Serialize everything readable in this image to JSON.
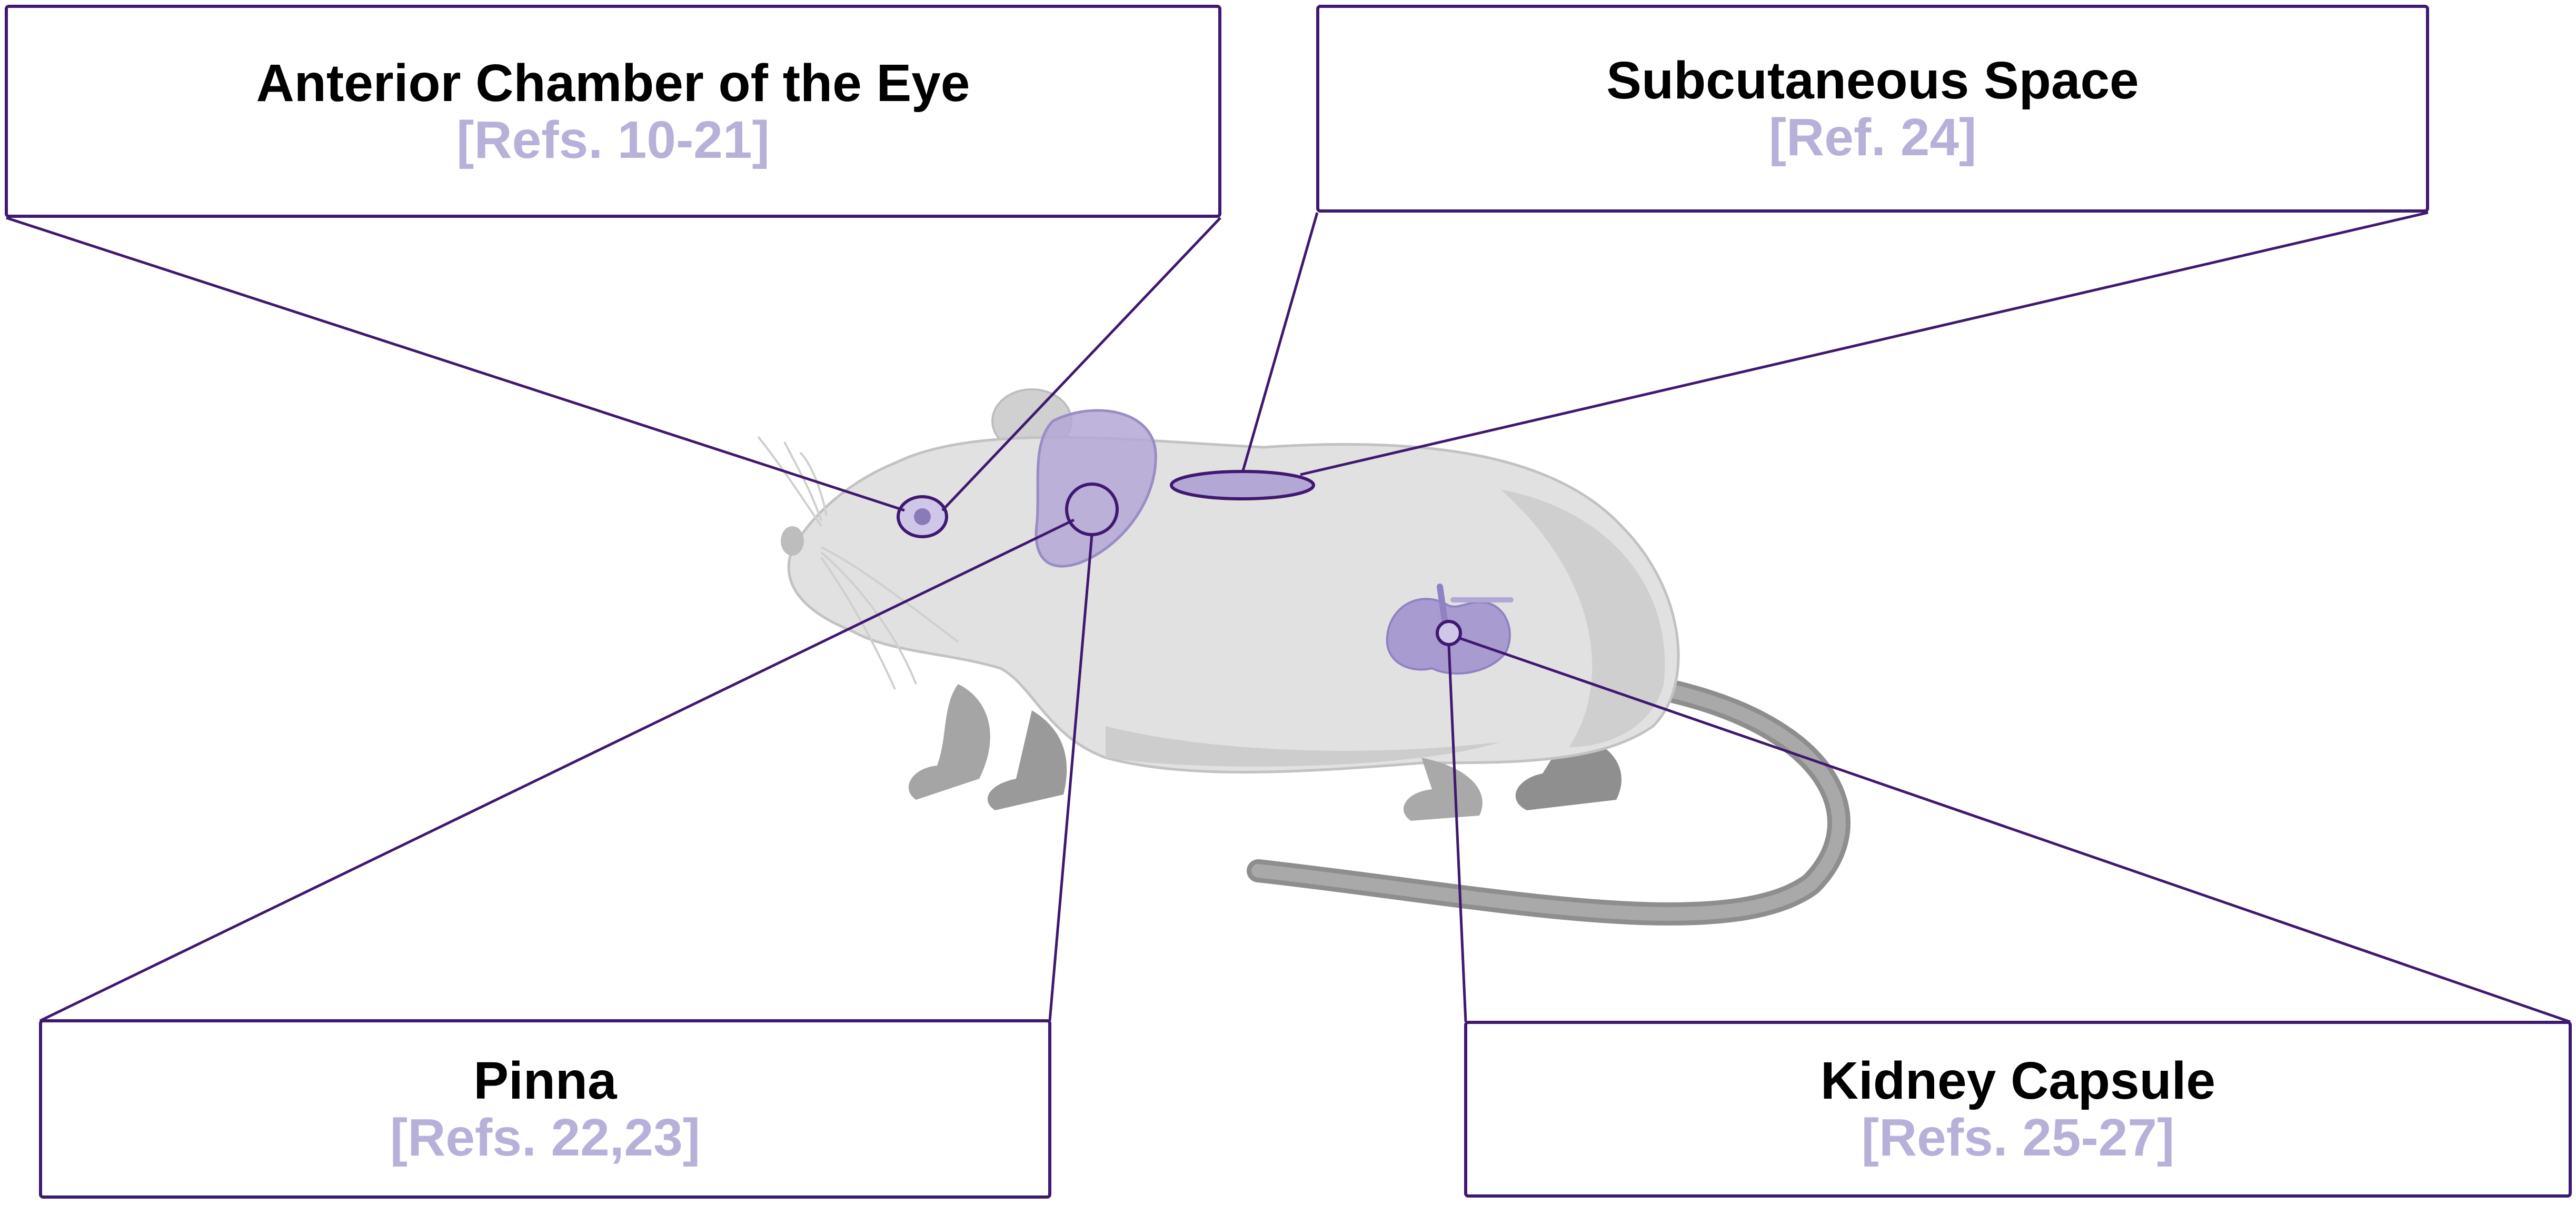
{
  "colors": {
    "accent_line": "#3f1870",
    "reference_text": "#b7b1da",
    "title_text": "#000000",
    "site_fill": "#b3a7d6",
    "mouse_body": "#e0e0e0",
    "mouse_outline": "#c4c4c4",
    "mouse_dark": "#9c9c9c"
  },
  "icons": {
    "animal": "mouse-icon",
    "organ": "kidney-icon"
  },
  "sites": {
    "eye": {
      "title": "Anterior Chamber of the Eye",
      "refs": "[Refs. 10-21]"
    },
    "subcutaneous": {
      "title": "Subcutaneous Space",
      "refs": "[Ref. 24]"
    },
    "pinna": {
      "title": "Pinna",
      "refs": "[Refs. 22,23]"
    },
    "kidney": {
      "title": "Kidney Capsule",
      "refs": "[Refs. 25-27]"
    }
  }
}
